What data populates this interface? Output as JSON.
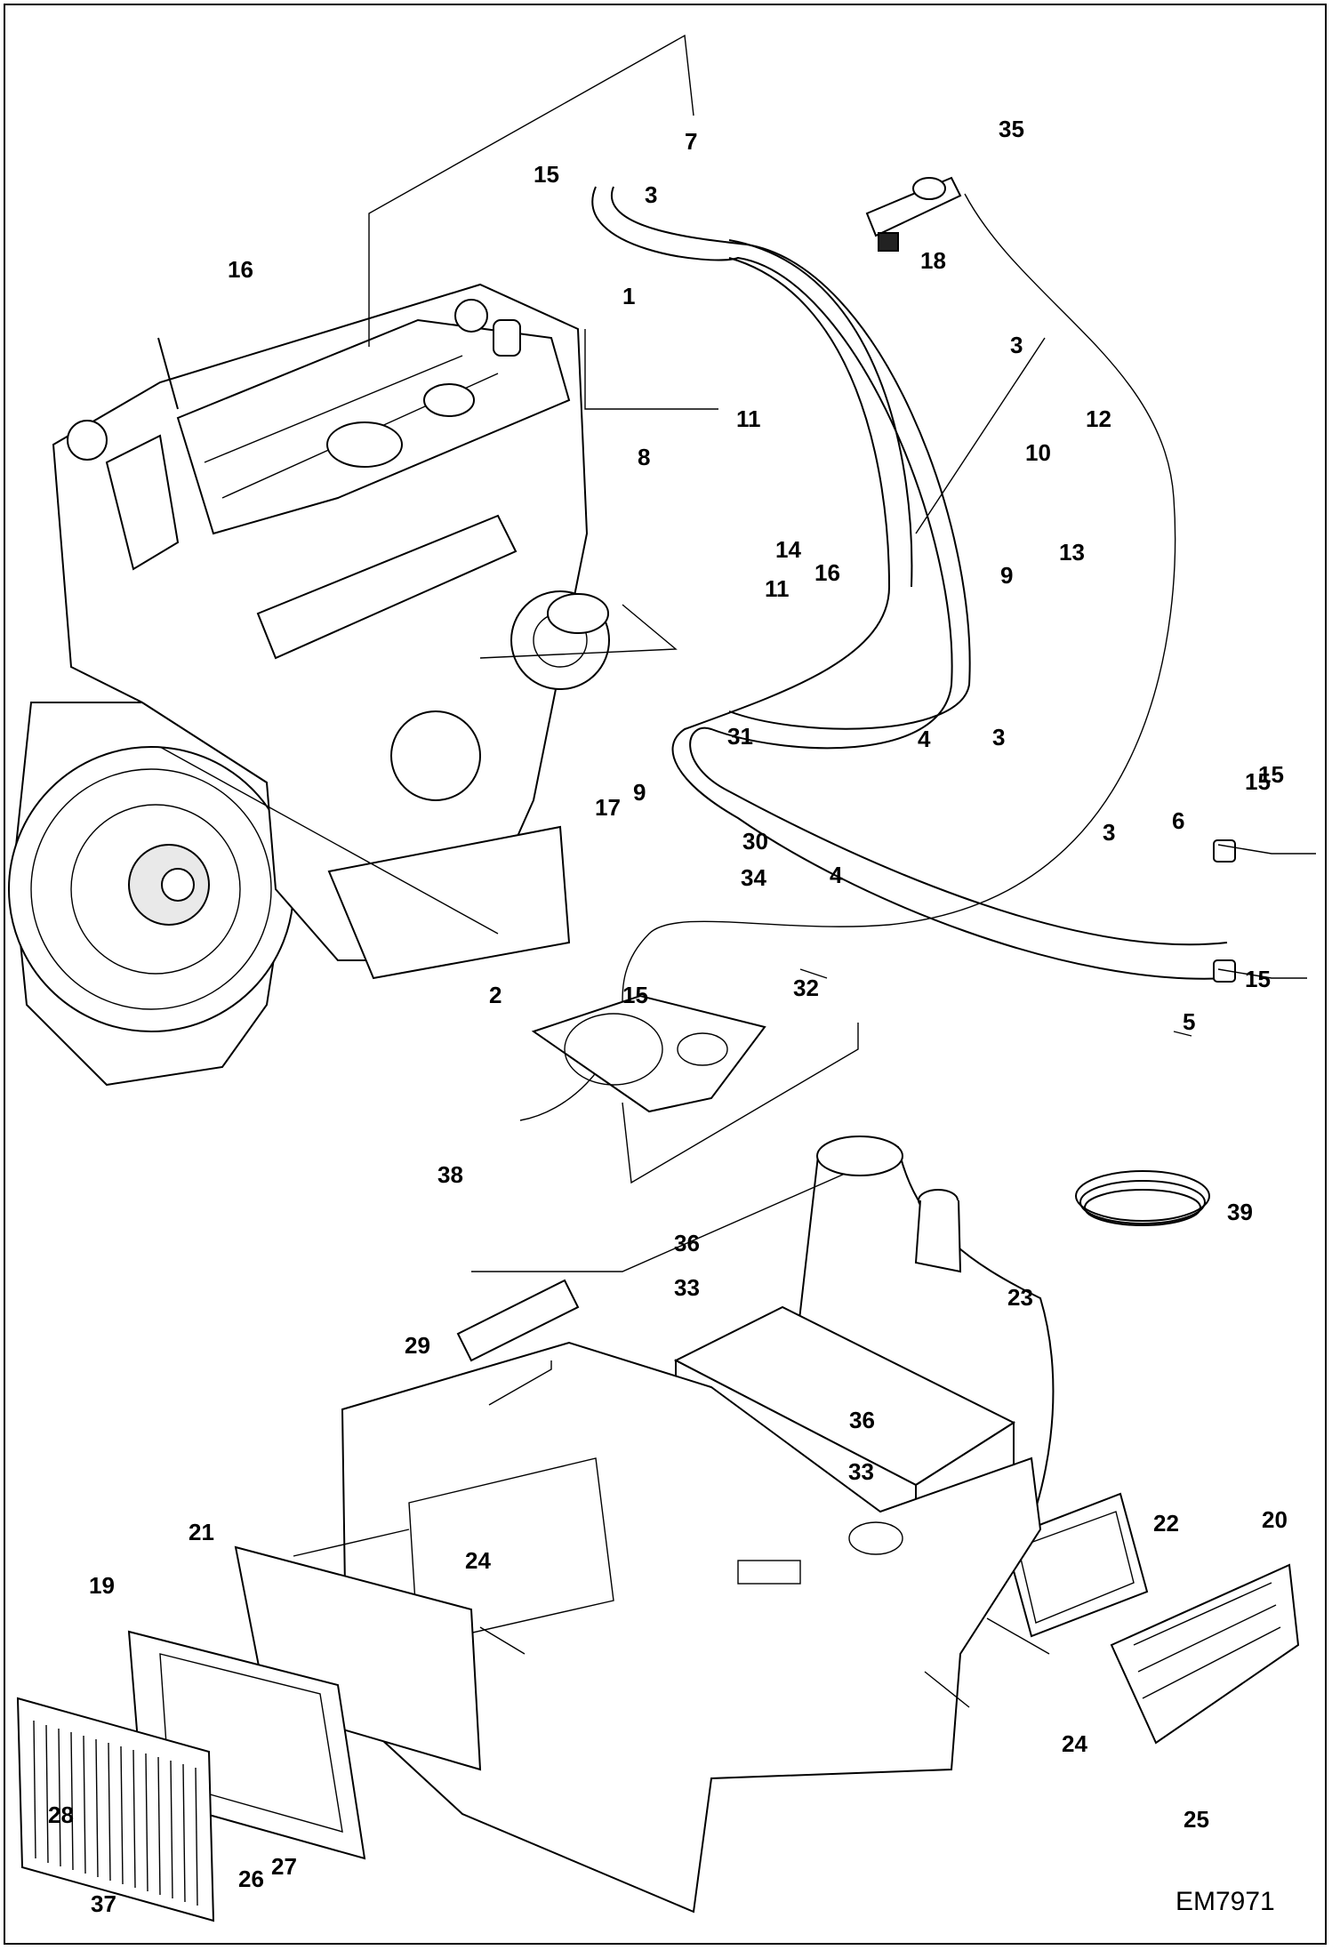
{
  "diagram": {
    "document_code": "EM7971",
    "callouts": [
      "1",
      "2",
      "3",
      "3",
      "3",
      "3",
      "4",
      "4",
      "5",
      "6",
      "7",
      "8",
      "9",
      "9",
      "10",
      "11",
      "11",
      "12",
      "13",
      "14",
      "15",
      "15",
      "15",
      "15",
      "15",
      "16",
      "16",
      "17",
      "18",
      "19",
      "20",
      "21",
      "22",
      "23",
      "24",
      "24",
      "25",
      "26",
      "27",
      "28",
      "29",
      "30",
      "31",
      "32",
      "33",
      "33",
      "34",
      "35",
      "36",
      "36",
      "37",
      "38",
      "39"
    ]
  }
}
